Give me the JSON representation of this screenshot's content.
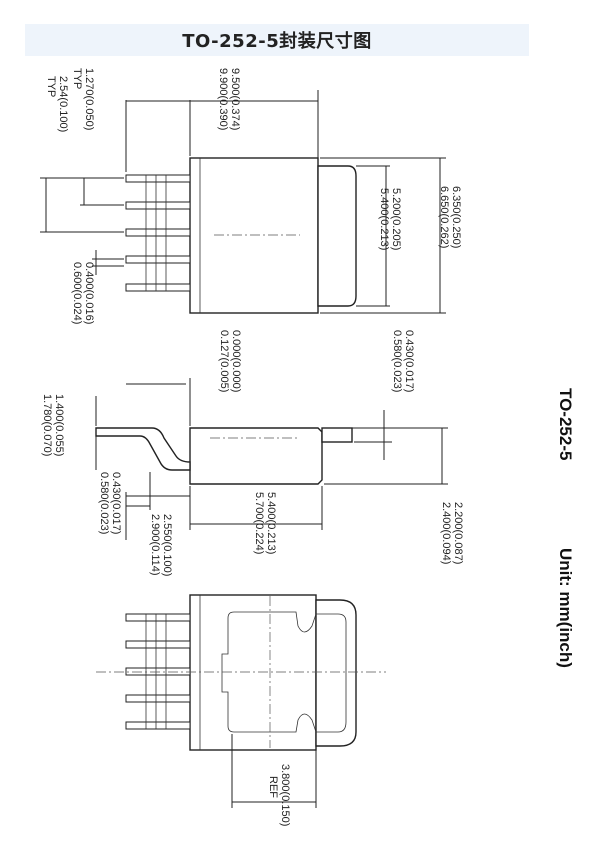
{
  "title": "TO-252-5封装尺寸图",
  "side_labels": {
    "package": "TO-252-5",
    "unit": "Unit: mm(inch)"
  },
  "dims": {
    "pitch": [
      "1.270(0.050)",
      "TYP"
    ],
    "span": [
      "2.54(0.100)",
      "TYP"
    ],
    "length": [
      "9.500(0.374)",
      "9.900(0.390)"
    ],
    "tab_w": [
      "5.200(0.205)",
      "5.400(0.213)"
    ],
    "body_w": [
      "6.350(0.250)",
      "6.650(0.262)"
    ],
    "lead_w": [
      "0.400(0.016)",
      "0.600(0.024)"
    ],
    "standoff": [
      "0.000(0.000)",
      "0.127(0.005)"
    ],
    "tab_t": [
      "0.430(0.017)",
      "0.580(0.023)"
    ],
    "lead_len": [
      "1.400(0.055)",
      "1.780(0.070)"
    ],
    "lead_t": [
      "0.430(0.017)",
      "0.580(0.023)"
    ],
    "foot": [
      "2.550(0.100)",
      "2.900(0.114)"
    ],
    "body_len": [
      "5.400(0.213)",
      "5.700(0.224)"
    ],
    "height": [
      "2.200(0.087)",
      "2.400(0.094)"
    ],
    "pad": [
      "3.800(0.150)",
      "REF"
    ]
  }
}
